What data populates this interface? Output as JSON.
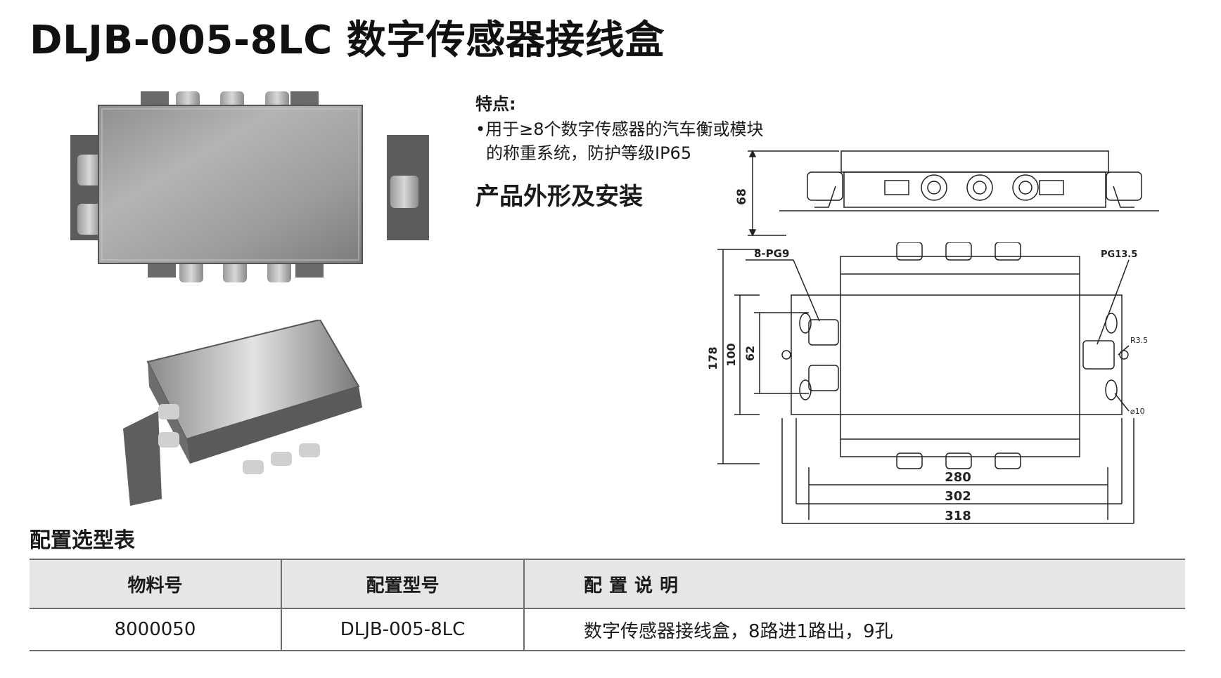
{
  "header": {
    "title": "DLJB-005-8LC 数字传感器接线盒"
  },
  "features": {
    "heading": "特点:",
    "lines": [
      "•用于≥8个数字传感器的汽车衡或模块",
      "的称重系统，防护等级IP65"
    ]
  },
  "install": {
    "heading": "产品外形及安装"
  },
  "drawing": {
    "side_height": "68",
    "dim_178": "178",
    "dim_100": "100",
    "dim_62": "62",
    "label_pg9": "8-PG9",
    "label_pg135": "PG13.5",
    "label_r35": "R3.5",
    "label_d10": "⌀10",
    "dim_280": "280",
    "dim_302": "302",
    "dim_318": "318"
  },
  "table": {
    "heading": "配置选型表",
    "headers": {
      "part": "物料号",
      "model": "配置型号",
      "desc": "配置说明"
    },
    "rows": [
      {
        "part": "8000050",
        "model": "DLJB-005-8LC",
        "desc": "数字传感器接线盒，8路进1路出，9孔"
      }
    ]
  }
}
